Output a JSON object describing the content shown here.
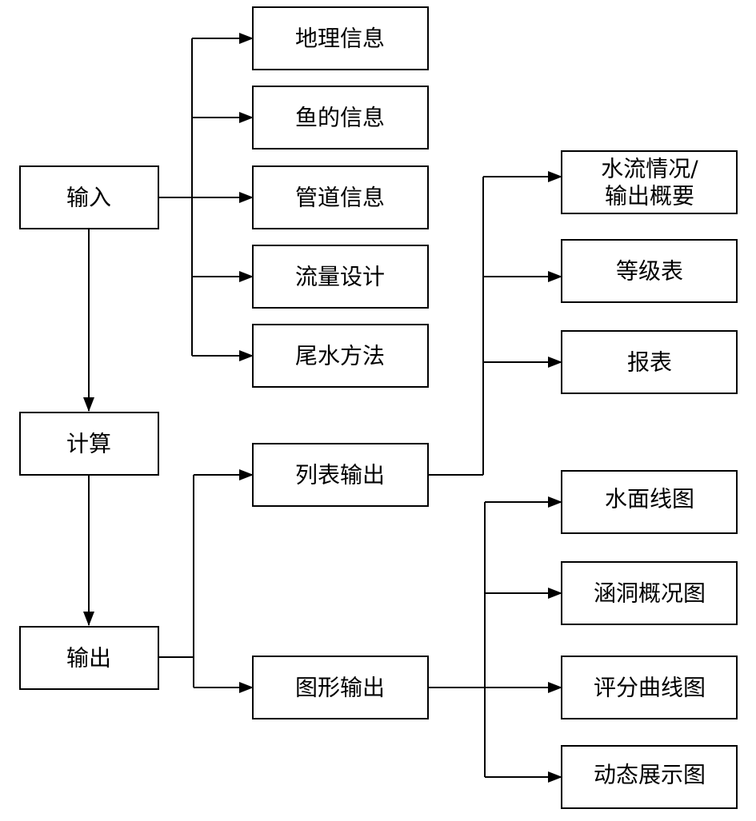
{
  "colors": {
    "stroke": "#000000",
    "fill": "#ffffff",
    "text": "#000000"
  },
  "nodes": {
    "input": "输入",
    "compute": "计算",
    "output": "输出",
    "geo_info": "地理信息",
    "fish_info": "鱼的信息",
    "pipe_info": "管道信息",
    "flow_design": "流量设计",
    "tailwater_method": "尾水方法",
    "table_output": "列表输出",
    "graphic_output": "图形输出",
    "flow_status_line1": "水流情况/",
    "flow_status_line2": "输出概要",
    "grade_table": "等级表",
    "report": "报表",
    "water_surface_chart": "水面线图",
    "culvert_overview_chart": "涵洞概况图",
    "score_curve_chart": "评分曲线图",
    "dynamic_display_chart": "动态展示图"
  }
}
